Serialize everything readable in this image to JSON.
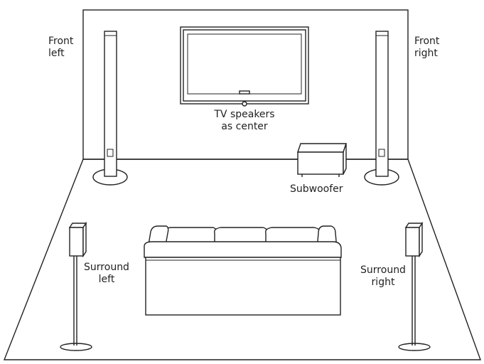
{
  "labels": {
    "front_left": [
      "Front",
      "left"
    ],
    "front_right": [
      "Front",
      "right"
    ],
    "tv": [
      "TV speakers",
      "as center"
    ],
    "subwoofer": [
      "Subwoofer"
    ],
    "surround_left": [
      "Surround",
      "left"
    ],
    "surround_right": [
      "Surround",
      "right"
    ]
  },
  "colors": {
    "line": "#222222",
    "background": "#ffffff"
  }
}
